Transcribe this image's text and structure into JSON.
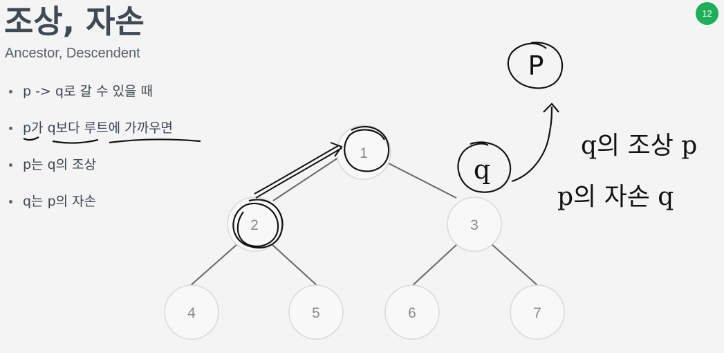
{
  "slide": {
    "title": "조상, 자손",
    "subtitle": "Ancestor, Descendent",
    "page_number": "12"
  },
  "bullets": [
    "p -> q로 갈 수 있을 때",
    "p가 q보다 루트에 가까우면",
    "p는 q의 조상",
    "q는 p의 자손"
  ],
  "tree": {
    "nodes": [
      "1",
      "2",
      "3",
      "4",
      "5",
      "6",
      "7"
    ]
  },
  "annotations": {
    "p_label": "P",
    "q_label": "q",
    "note_line1": "q의 조상 p",
    "note_line2": "p의 자손 q"
  },
  "colors": {
    "title": "#3f4a55",
    "badge": "#1fae5a",
    "ink": "#111111"
  }
}
